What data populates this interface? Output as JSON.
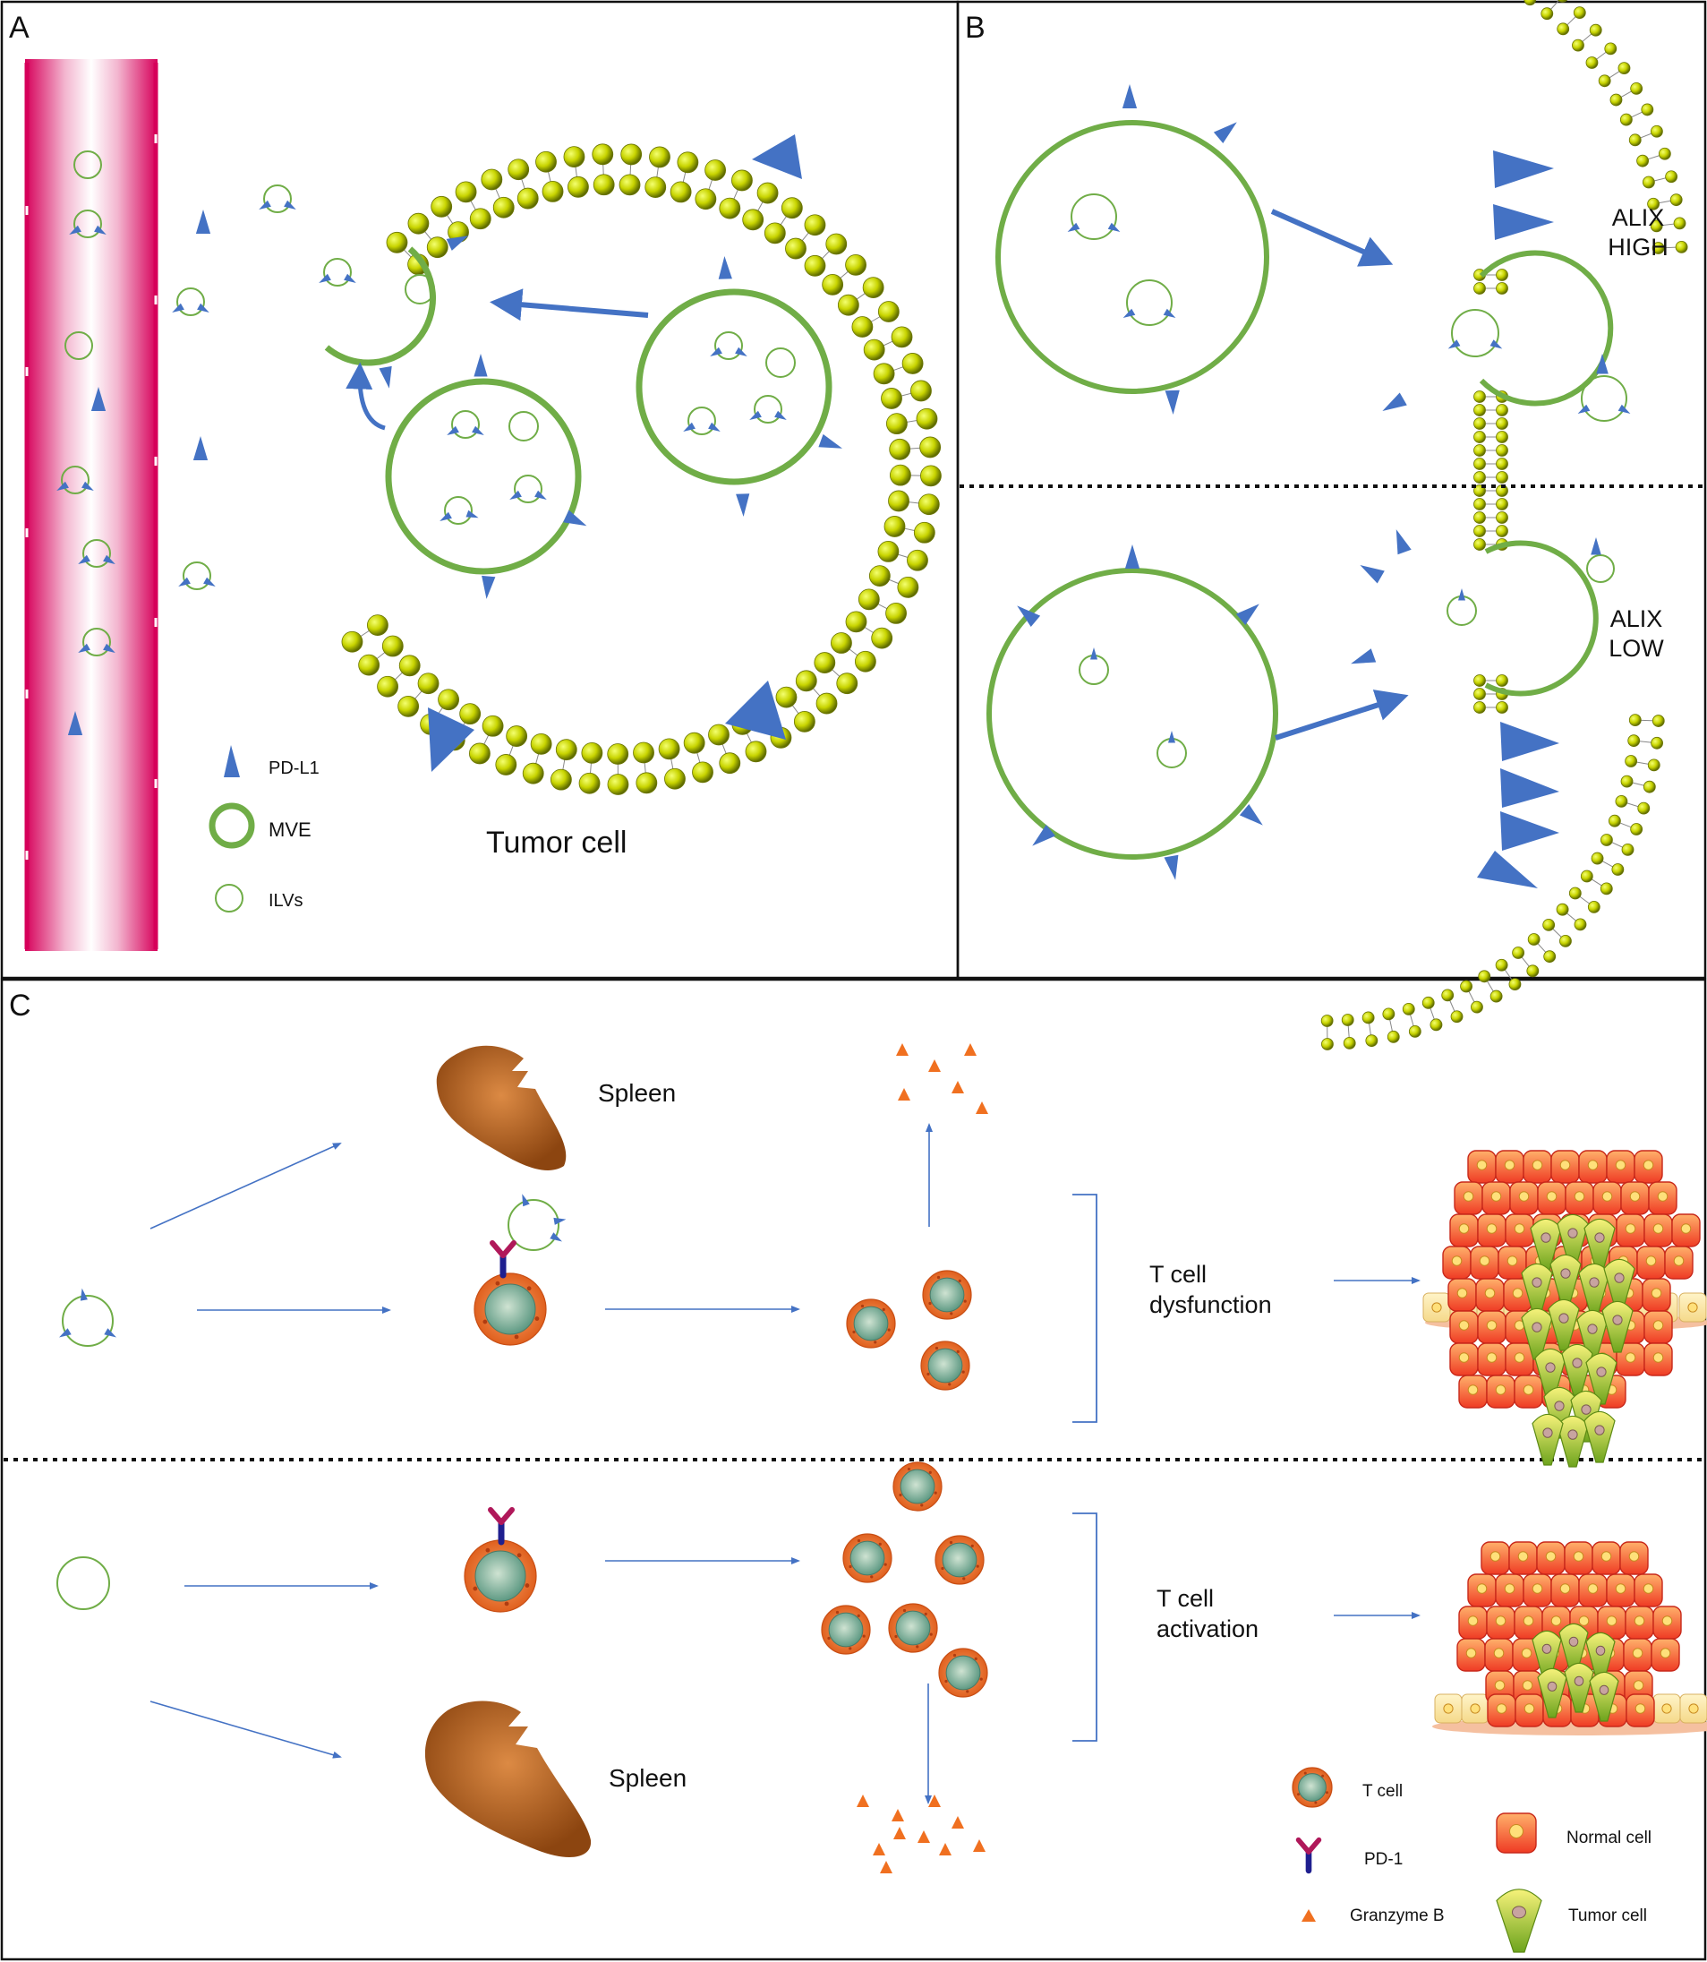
{
  "panels": {
    "a": {
      "letter": "A",
      "caption": "Tumor cell",
      "legend": [
        {
          "key": "pdl1",
          "label": "PD-L1"
        },
        {
          "key": "mve",
          "label": "MVE"
        },
        {
          "key": "ilv",
          "label": "ILVs"
        }
      ]
    },
    "b": {
      "letter": "B",
      "high_label": [
        "ALIX",
        "HIGH"
      ],
      "low_label": [
        "ALIX",
        "LOW"
      ]
    },
    "c": {
      "letter": "C",
      "spleen_top": "Spleen",
      "spleen_bottom": "Spleen",
      "dysfunction_label": [
        "T cell",
        "dysfunction"
      ],
      "activation_label": [
        "T cell",
        "activation"
      ],
      "legend": [
        {
          "key": "tcell",
          "label": "T cell"
        },
        {
          "key": "pd1",
          "label": "PD-1"
        },
        {
          "key": "granzyme",
          "label": "Granzyme B"
        },
        {
          "key": "normal",
          "label": "Normal cell"
        },
        {
          "key": "tumor",
          "label": "Tumor cell"
        }
      ]
    }
  },
  "colors": {
    "vesicle": "#70ad47",
    "pdl1": "#4472c4",
    "arrow": "#4472c4",
    "lipid_head": "#c8d400",
    "vessel": "#d6005a",
    "granzyme": "#f07020",
    "spleen": "#b5631f",
    "tcell": "#e8732a",
    "pd1_stem": "#1f1f8f",
    "pd1_arms": "#b0185a",
    "normal_cell": "#ef3b24",
    "tumor_cell": "#8fc31f"
  }
}
